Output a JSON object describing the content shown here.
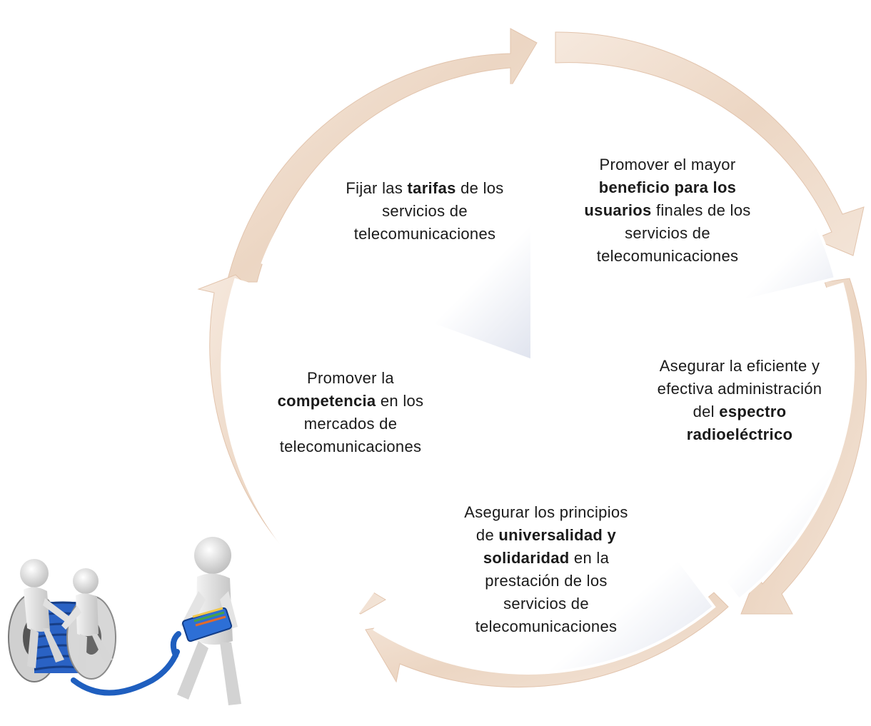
{
  "colors": {
    "arrow_fill": "#efdccc",
    "arrow_edge": "#e2c4ad",
    "segment_border": "#ffffff",
    "text": "#1a1a1a",
    "cable_blue": "#1f5fbf",
    "figure_white": "#eeeeee"
  },
  "segments": [
    {
      "runs": [
        {
          "text": "Fijar las ",
          "bold": false
        },
        {
          "text": "tarifas",
          "bold": true
        },
        {
          "text": " de los servicios de telecomunicaciones",
          "bold": false
        }
      ]
    },
    {
      "runs": [
        {
          "text": "Promover el mayor ",
          "bold": false
        },
        {
          "text": "beneficio para los usuarios",
          "bold": true
        },
        {
          "text": " finales de los servicios de telecomunicaciones",
          "bold": false
        }
      ]
    },
    {
      "runs": [
        {
          "text": "Asegurar la eficiente y efectiva administración del ",
          "bold": false
        },
        {
          "text": "espectro radioeléctrico",
          "bold": true
        }
      ]
    },
    {
      "runs": [
        {
          "text": "Asegurar los principios de ",
          "bold": false
        },
        {
          "text": "universalidad y solidaridad",
          "bold": true
        },
        {
          "text": " en la prestación de los servicios de telecomunicaciones",
          "bold": false
        }
      ]
    },
    {
      "runs": [
        {
          "text": "Promover la ",
          "bold": false
        },
        {
          "text": "competencia",
          "bold": true
        },
        {
          "text": " en los mercados de telecomunicaciones",
          "bold": false
        }
      ]
    }
  ],
  "icons": {
    "illustration": "people-pulling-network-cable-icon"
  }
}
